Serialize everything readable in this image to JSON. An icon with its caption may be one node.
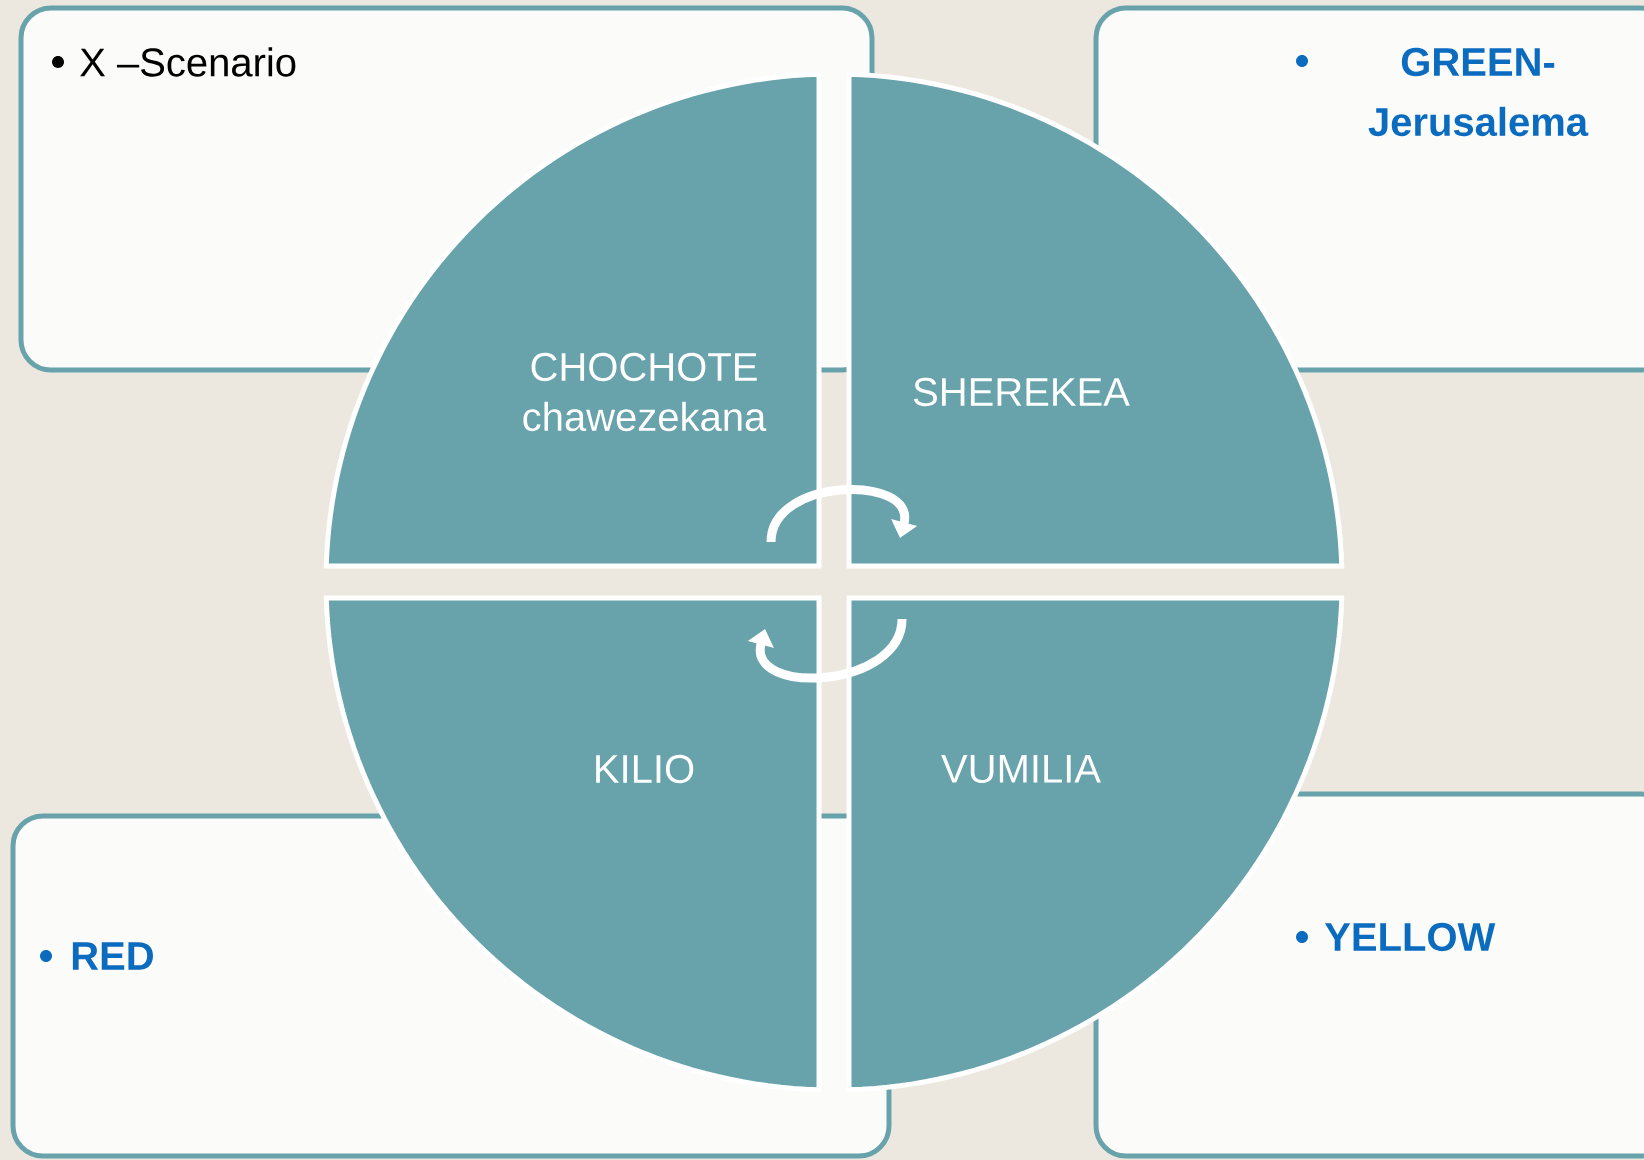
{
  "diagram": {
    "nodes": [
      {
        "text": [
          "X –Scenario"
        ]
      },
      {
        "text": [
          "GREEN- Jerusalema"
        ]
      },
      {
        "text": [
          "RED"
        ]
      },
      {
        "text": [
          "YELLOW"
        ]
      },
      {
        "text": [
          "CHOCHOTE chawezekana"
        ]
      },
      {
        "text": [
          "SHEREKEA"
        ]
      },
      {
        "text": [
          "KILIO"
        ]
      },
      {
        "text": [
          "VUMILIA"
        ]
      }
    ],
    "edges": [
      {
        "from": 4,
        "to": 5,
        "arrow": "to"
      },
      {
        "from": 7,
        "to": 6,
        "arrow": "to"
      }
    ]
  }
}
